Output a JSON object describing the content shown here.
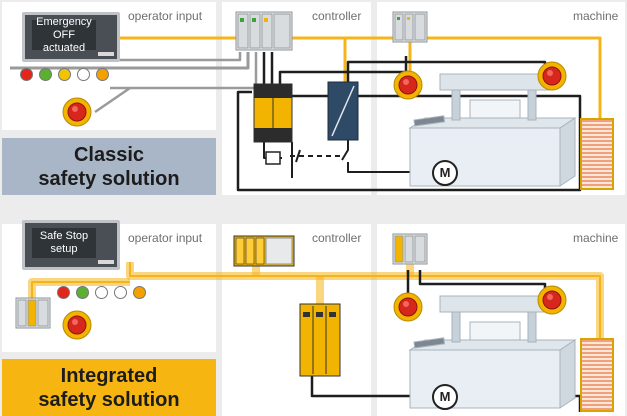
{
  "top": {
    "titles": {
      "operator": "operator input",
      "controller": "controller",
      "machine": "machine"
    },
    "hmi_text": [
      "Emergency",
      "OFF actuated"
    ],
    "solution": [
      "Classic",
      "safety solution"
    ],
    "lamps": [
      "#e1261c",
      "#5bb031",
      "#f2c300",
      "#ffffff",
      "#f2a100"
    ],
    "motor": "M"
  },
  "bottom": {
    "titles": {
      "operator": "operator input",
      "controller": "controller",
      "machine": "machine"
    },
    "hmi_text": [
      "Safe Stop",
      "setup"
    ],
    "solution": [
      "Integrated",
      "safety solution"
    ],
    "lamps": [
      "#e1261c",
      "#5bb031",
      "#ffffff",
      "#ffffff",
      "#f2a100"
    ],
    "motor": "M"
  },
  "colors": {
    "classic_box": "#a9b6c8",
    "integrated_box": "#f6b510",
    "yellow_wire": "#f5b51a",
    "dark_wire": "#1e1e1e",
    "grey_wire": "#9a9a9a"
  }
}
